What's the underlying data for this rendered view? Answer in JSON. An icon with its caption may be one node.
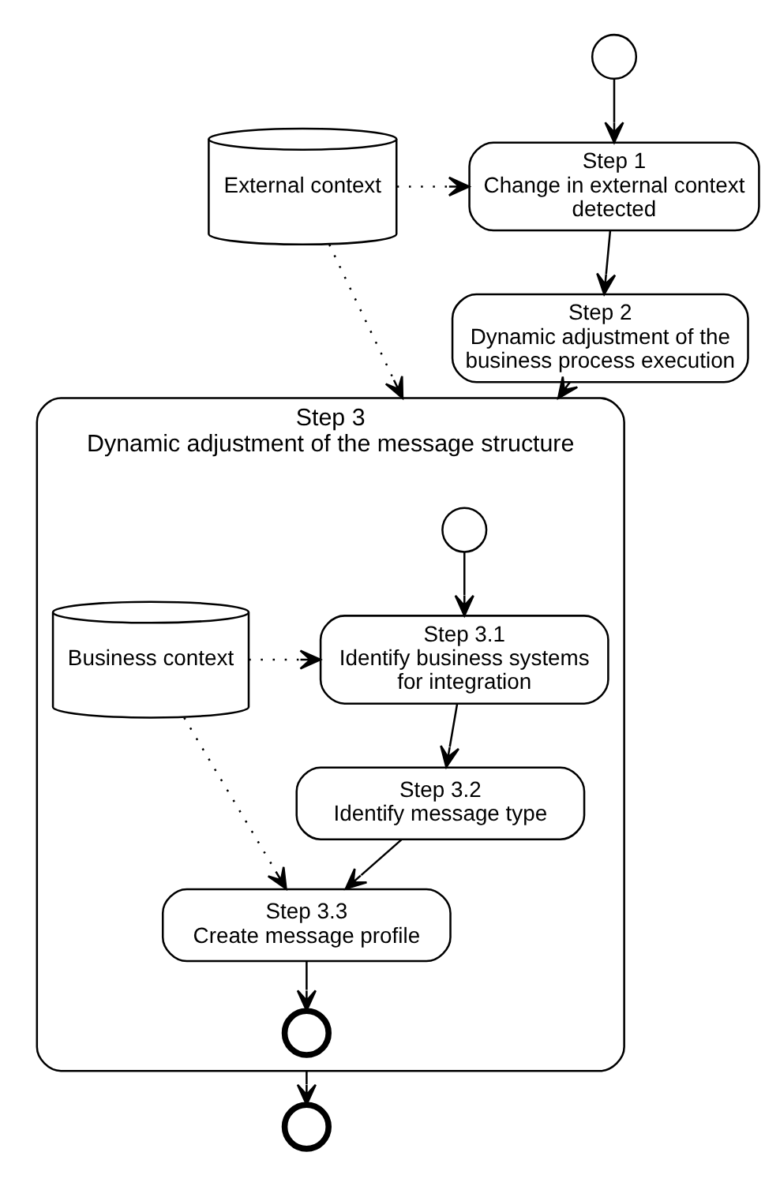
{
  "diagram": {
    "nodes": [
      {
        "text": [],
        "shape": "circle"
      },
      {
        "text": [
          "Step 1",
          "Change in external context detected"
        ]
      },
      {
        "text": [
          "External context"
        ]
      },
      {
        "text": [
          "Step 2",
          "Dynamic adjustment of the business process execution"
        ]
      },
      {
        "text": [
          "Step 3",
          "Dynamic adjustment of the message structure"
        ]
      },
      {
        "text": [],
        "shape": "circle",
        "in": 4
      },
      {
        "text": [
          "Business context"
        ],
        "in": 4
      },
      {
        "text": [
          "Step 3.1",
          "Identify business systems for integration"
        ],
        "in": 4
      },
      {
        "text": [
          "Step 3.2",
          "Identify message type"
        ],
        "in": 4
      },
      {
        "text": [
          "Step 3.3",
          "Create message profile"
        ],
        "in": 4
      },
      {
        "text": [],
        "shape": "circle",
        "in": 4
      },
      {
        "text": [],
        "shape": "circle"
      }
    ],
    "edges": [
      {
        "from": 0,
        "to": 1,
        "arrow": "to"
      },
      {
        "from": 2,
        "to": 1,
        "arrow": "to",
        "style": "dashed"
      },
      {
        "from": 1,
        "to": 3,
        "arrow": "to"
      },
      {
        "from": 2,
        "to": 4,
        "arrow": "to",
        "style": "dashed"
      },
      {
        "from": 3,
        "to": 4,
        "arrow": "to"
      },
      {
        "from": 5,
        "to": 7,
        "arrow": "to"
      },
      {
        "from": 6,
        "to": 7,
        "arrow": "to",
        "style": "dashed"
      },
      {
        "from": 7,
        "to": 8,
        "arrow": "to"
      },
      {
        "from": 8,
        "to": 9,
        "arrow": "to"
      },
      {
        "from": 6,
        "to": 9,
        "arrow": "to",
        "style": "dashed"
      },
      {
        "from": 9,
        "to": 10,
        "arrow": "to"
      },
      {
        "from": 4,
        "to": 11,
        "arrow": "to"
      }
    ]
  }
}
